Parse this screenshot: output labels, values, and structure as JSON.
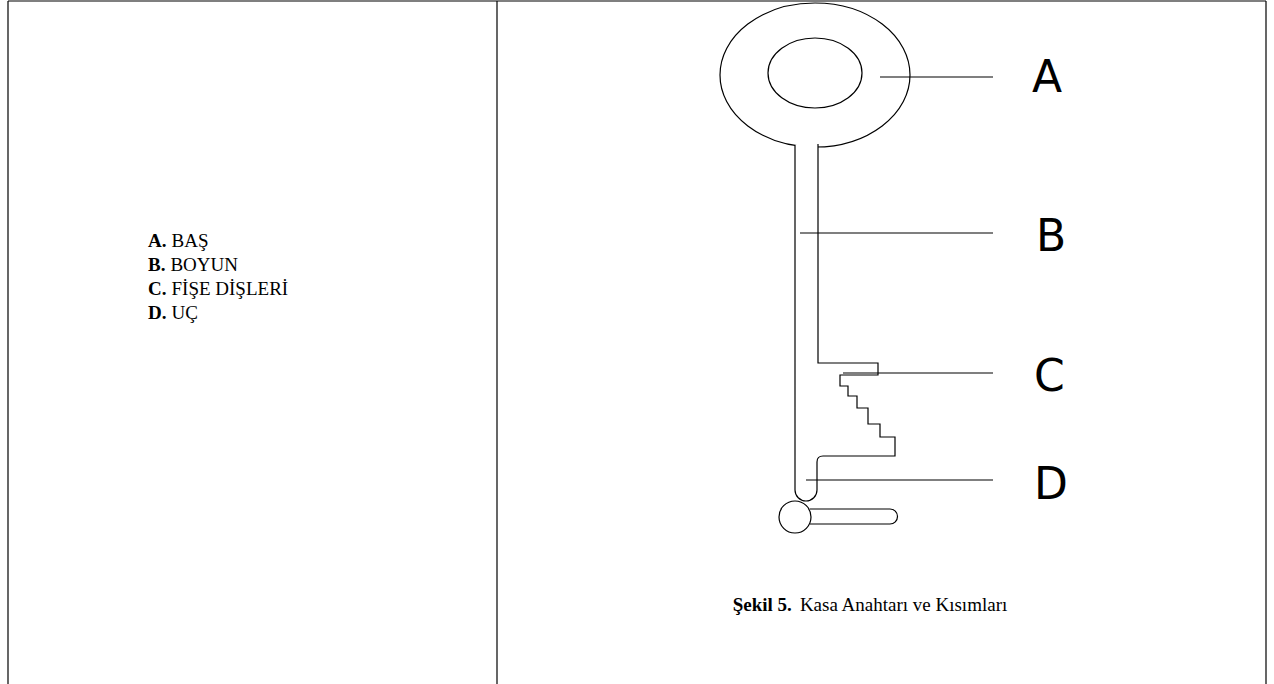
{
  "diagram": {
    "caption": "Kasa Anahtarı ve Kısımları",
    "labels": [
      "A.",
      "BAŞ",
      "B.",
      "BOYUN",
      "C.",
      "FİŞE DİŞLERİ",
      "D.",
      "UÇ",
      "A",
      "B",
      "C",
      "D",
      "Şekil 5."
    ]
  }
}
